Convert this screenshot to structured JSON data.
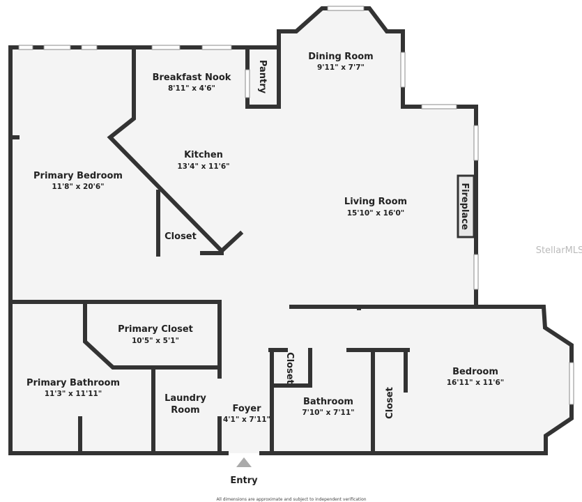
{
  "rooms": {
    "breakfast_nook": {
      "name": "Breakfast Nook",
      "dim": "8'11\" x 4'6\""
    },
    "pantry": {
      "name": "Pantry"
    },
    "dining_room": {
      "name": "Dining Room",
      "dim": "9'11\" x 7'7\""
    },
    "primary_bedroom": {
      "name": "Primary Bedroom",
      "dim": "11'8\" x 20'6\""
    },
    "kitchen": {
      "name": "Kitchen",
      "dim": "13'4\" x 11'6\""
    },
    "living_room": {
      "name": "Living Room",
      "dim": "15'10\" x 16'0\""
    },
    "fireplace": {
      "name": "Fireplace"
    },
    "closet_kitchen": {
      "name": "Closet"
    },
    "primary_closet": {
      "name": "Primary Closet",
      "dim": "10'5\" x 5'1\""
    },
    "primary_bathroom": {
      "name": "Primary Bathroom",
      "dim": "11'3\" x 11'11\""
    },
    "laundry_room": {
      "name": "Laundry",
      "name2": "Room"
    },
    "foyer": {
      "name": "Foyer",
      "dim": "4'1\" x 7'11\""
    },
    "closet_hall": {
      "name": "Closet"
    },
    "bathroom": {
      "name": "Bathroom",
      "dim": "7'10\" x 7'11\""
    },
    "closet_bedroom": {
      "name": "Closet"
    },
    "bedroom": {
      "name": "Bedroom",
      "dim": "16'11\" x 11'6\""
    }
  },
  "entry_label": "Entry",
  "disclaimer": "All dimensions are approximate and subject to independent verification",
  "watermark": "StellarMLS",
  "colors": {
    "wall": "#333333",
    "floor": "#f4f4f4",
    "entry_arrow": "#aaaaaa"
  }
}
